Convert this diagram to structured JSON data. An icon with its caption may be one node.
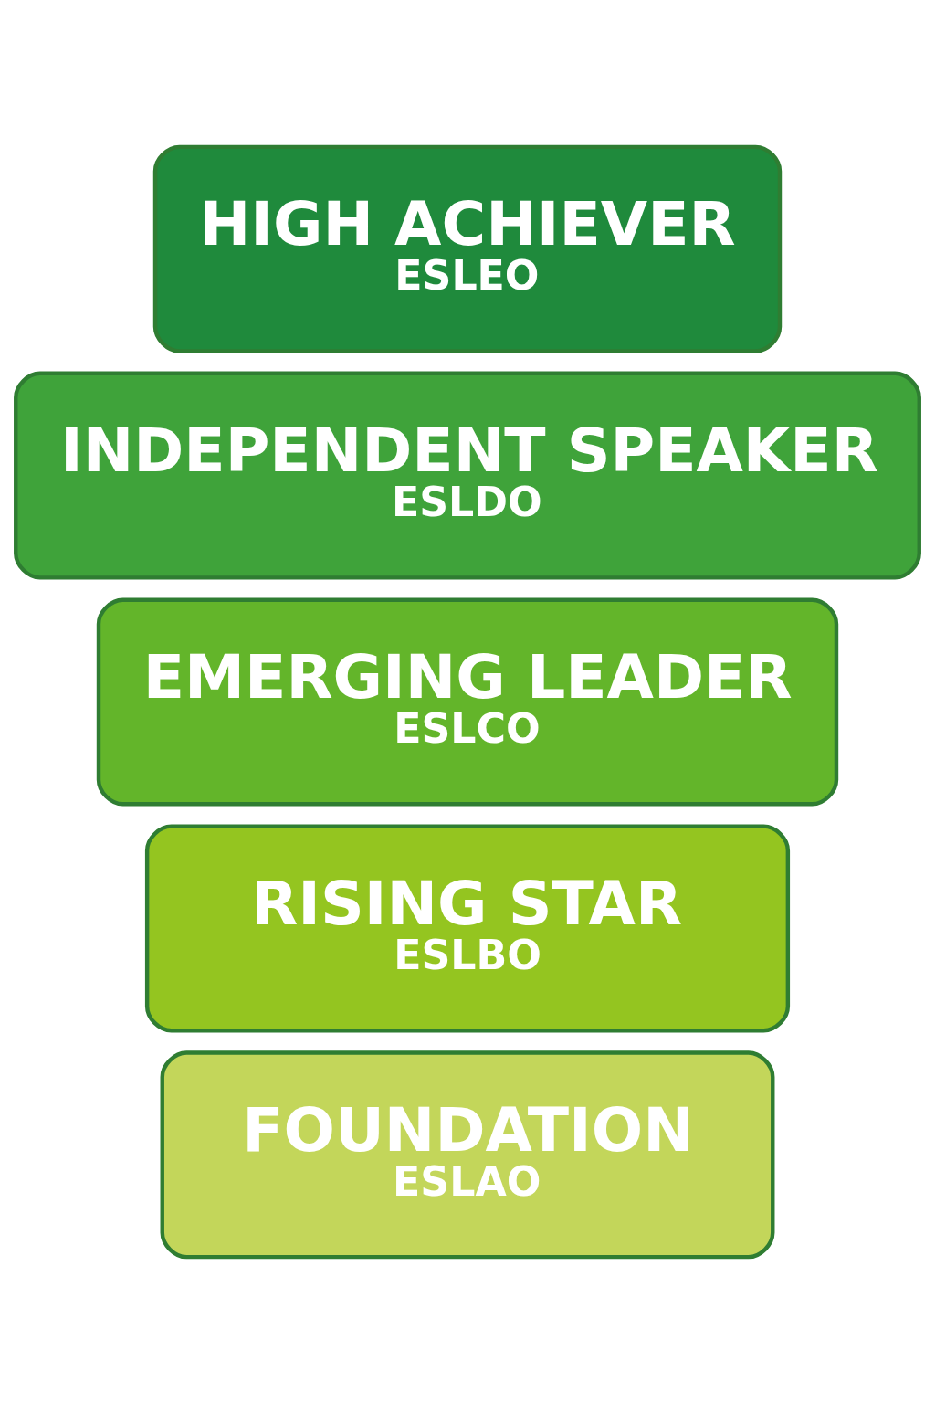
{
  "diagram": {
    "nodes": [
      {
        "text": [
          "HIGH ACHIEVER",
          "ESLEO"
        ]
      },
      {
        "text": [
          "INDEPENDENT SPEAKER",
          "ESLDO"
        ]
      },
      {
        "text": [
          "EMERGING LEADER",
          "ESLCO"
        ]
      },
      {
        "text": [
          "RISING STAR",
          "ESLBO"
        ]
      },
      {
        "text": [
          "FOUNDATION",
          "ESLAO"
        ]
      }
    ]
  }
}
